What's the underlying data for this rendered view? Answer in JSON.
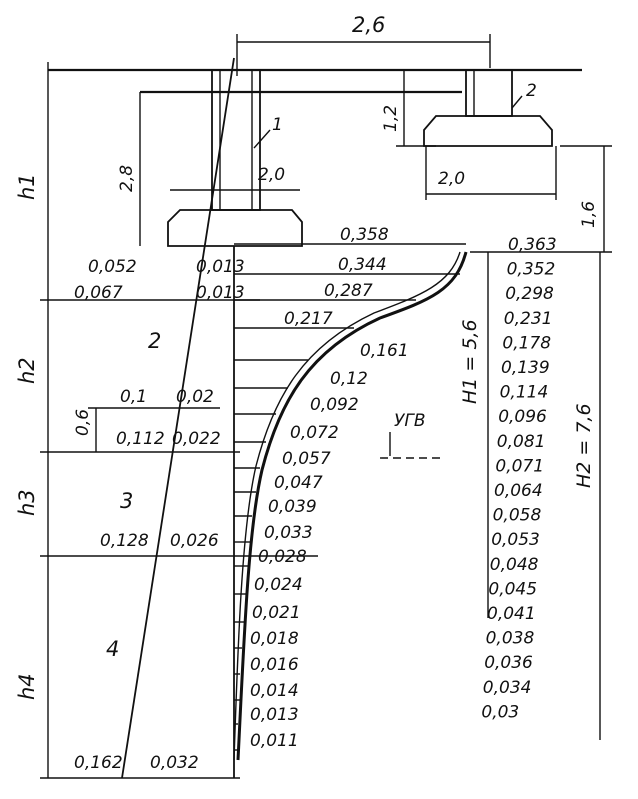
{
  "dimensions": {
    "top_width": "2,6",
    "footing_width_1": "2,0",
    "footing_width_2": "2,0",
    "height_2_8": "2,8",
    "height_1_2": "1,2",
    "depth_1_6": "1,6",
    "groundwater_interval": "0,6",
    "H1": "H1 = 5,6",
    "H2": "H2 = 7,6"
  },
  "markers": {
    "foundation_1": "1",
    "foundation_2": "2",
    "groundwater": "УГВ"
  },
  "layers": {
    "h1": "h1",
    "h2": "h2",
    "h3": "h3",
    "h4": "h4",
    "zone2": "2",
    "zone3": "3",
    "zone4": "4"
  },
  "left_values": [
    [
      "0,052",
      "0,013"
    ],
    [
      "0,067",
      "0,013"
    ],
    [
      "0,1",
      "0,02"
    ],
    [
      "0,112",
      "0,022"
    ],
    [
      "0,128",
      "0,026"
    ],
    [
      "0,162",
      "0,032"
    ]
  ],
  "curve_values": [
    "0,358",
    "0,344",
    "0,287",
    "0,217",
    "0,161",
    "0,12",
    "0,092",
    "0,072",
    "0,057",
    "0,047",
    "0,039",
    "0,033",
    "0,028",
    "0,024",
    "0,021",
    "0,018",
    "0,016",
    "0,014",
    "0,013",
    "0,011"
  ],
  "right_values": [
    "0,363",
    "0,352",
    "0,298",
    "0,231",
    "0,178",
    "0,139",
    "0,114",
    "0,096",
    "0,081",
    "0,071",
    "0,064",
    "0,058",
    "0,053",
    "0,048",
    "0,045",
    "0,041",
    "0,038",
    "0,036",
    "0,034",
    "0,03"
  ]
}
